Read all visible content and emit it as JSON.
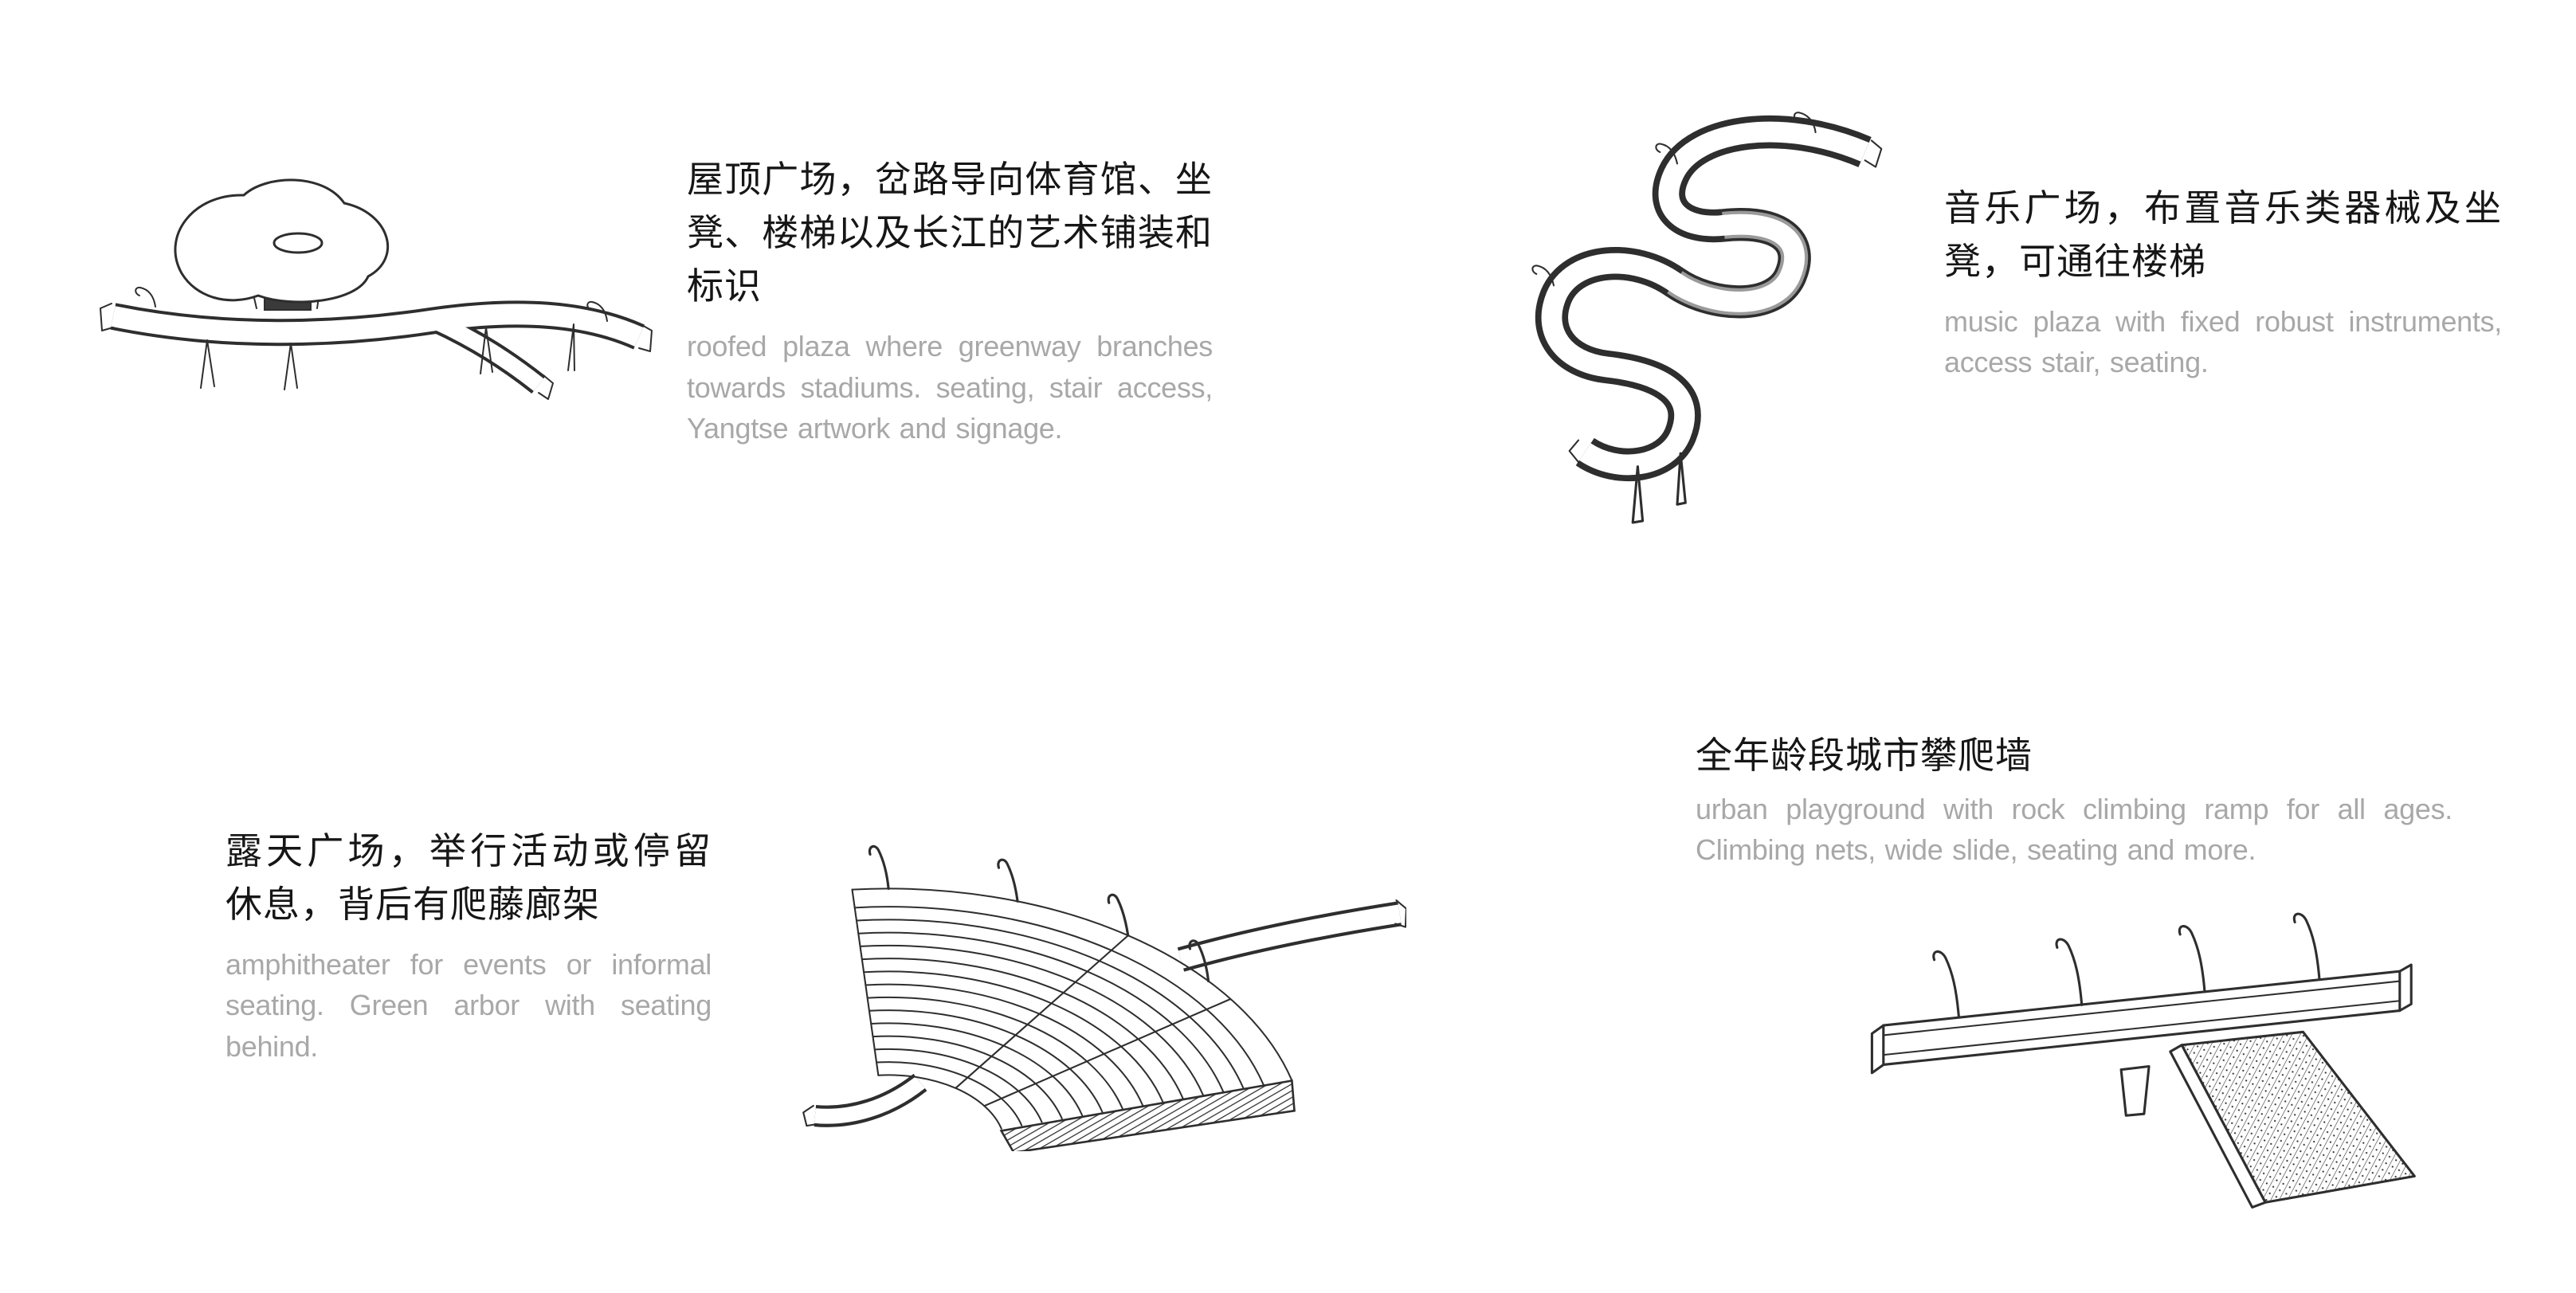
{
  "page": {
    "background": "#ffffff"
  },
  "colors": {
    "title": "#161616",
    "description": "#a8a8a8",
    "linework": "#2e2e2e"
  },
  "items": [
    {
      "id": "roofed-plaza",
      "title": "屋顶广场，岔路导向体育馆、坐凳、楼梯以及长江的艺术铺装和标识",
      "description": "roofed plaza where greenway branches towards stadiums. seating, stair access, Yangtse artwork and signage."
    },
    {
      "id": "music-plaza",
      "title": "音乐广场，布置音乐类器械及坐凳，可通往楼梯",
      "description": "music plaza with fixed robust instruments, access stair, seating."
    },
    {
      "id": "amphitheater",
      "title": "露天广场，举行活动或停留休息，背后有爬藤廊架",
      "description": "amphitheater for events or informal seating. Green arbor with seating behind."
    },
    {
      "id": "climbing-wall",
      "title": "全年龄段城市攀爬墙",
      "description": "urban playground with rock climbing ramp for all ages. Climbing nets, wide slide, seating and more."
    }
  ]
}
